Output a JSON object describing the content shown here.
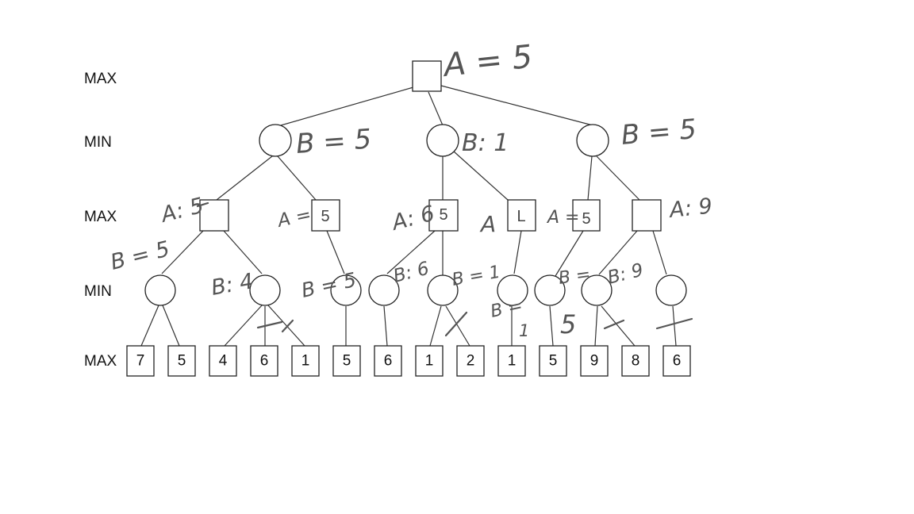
{
  "level_labels": [
    "MAX",
    "MIN",
    "MAX",
    "MIN",
    "MAX"
  ],
  "leaf_values": [
    "7",
    "5",
    "4",
    "6",
    "1",
    "5",
    "6",
    "1",
    "2",
    "1",
    "5",
    "9",
    "8",
    "6"
  ],
  "node_values": {
    "max2_mid_left": "5",
    "max2_center": "5",
    "max2_right_inner": "L",
    "max2_right_left": "5"
  },
  "annotations": {
    "root": "A = 5",
    "min1_left": "B = 5",
    "min1_center": "B: 1",
    "min1_right": "B = 5",
    "max2_left": "A: 5",
    "max2_mid_left": "A =",
    "max2_center": "A: 6",
    "max2_center_right": "A",
    "max2_right_left": "A =",
    "max2_right": "A: 9",
    "min3_left": "B = 5",
    "min3_2": "B: 4",
    "min3_3": "B = 5",
    "min3_5": "B: 6",
    "min3_6": "B = 1",
    "min3_6_below": "B =",
    "min3_6_below_value": "1",
    "min3_7": "B =",
    "min3_8": "B: 9",
    "min3_7_below": "5"
  }
}
